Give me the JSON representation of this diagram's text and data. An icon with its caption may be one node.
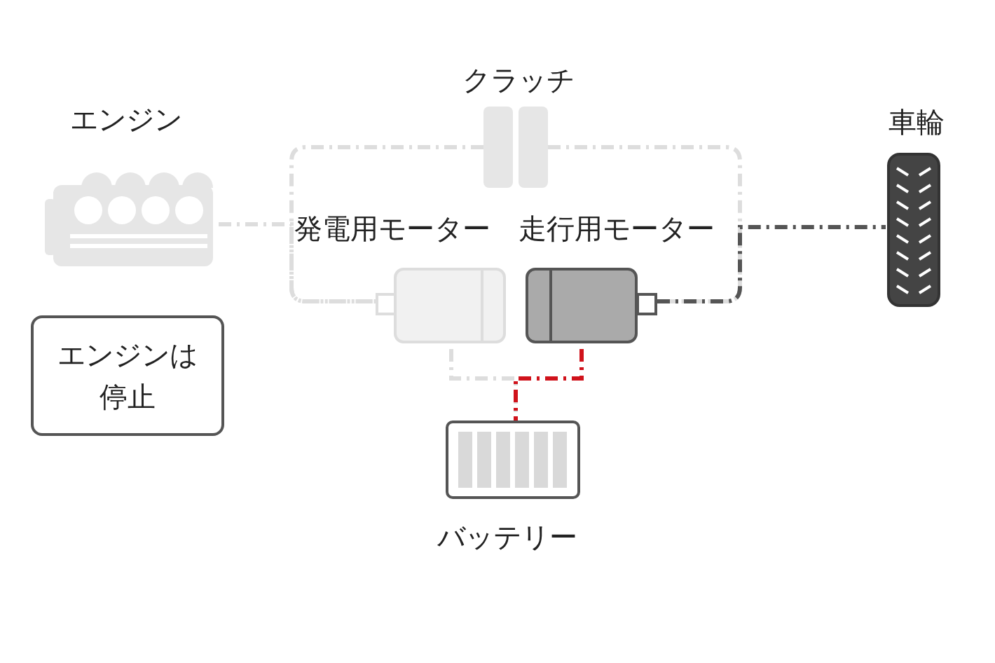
{
  "diagram": {
    "nodes": [
      {
        "text": [
          "エンジン"
        ]
      },
      {
        "text": [
          "エンジンは停止"
        ]
      },
      {
        "text": [
          "クラッチ"
        ]
      },
      {
        "text": [
          "発電用モーター"
        ]
      },
      {
        "text": [
          "走行用モーター"
        ]
      },
      {
        "text": [
          "車輪"
        ]
      },
      {
        "text": [
          "バッテリー"
        ]
      }
    ],
    "edges": [
      {
        "from": 0,
        "to": 3,
        "arrow": "none",
        "style": "dashed",
        "color": "#dddddd"
      },
      {
        "from": 2,
        "to": 3,
        "arrow": "none",
        "style": "dashed",
        "color": "#dddddd"
      },
      {
        "from": 2,
        "to": 4,
        "arrow": "none",
        "style": "dashed",
        "color": "#dddddd"
      },
      {
        "from": 4,
        "to": 5,
        "arrow": "none",
        "style": "dashed",
        "color": "#555555"
      },
      {
        "from": 3,
        "to": 6,
        "arrow": "none",
        "style": "dashed",
        "color": "#dddddd"
      },
      {
        "from": 4,
        "to": 6,
        "arrow": "none",
        "style": "dashed",
        "color": "#d0121b"
      }
    ]
  }
}
